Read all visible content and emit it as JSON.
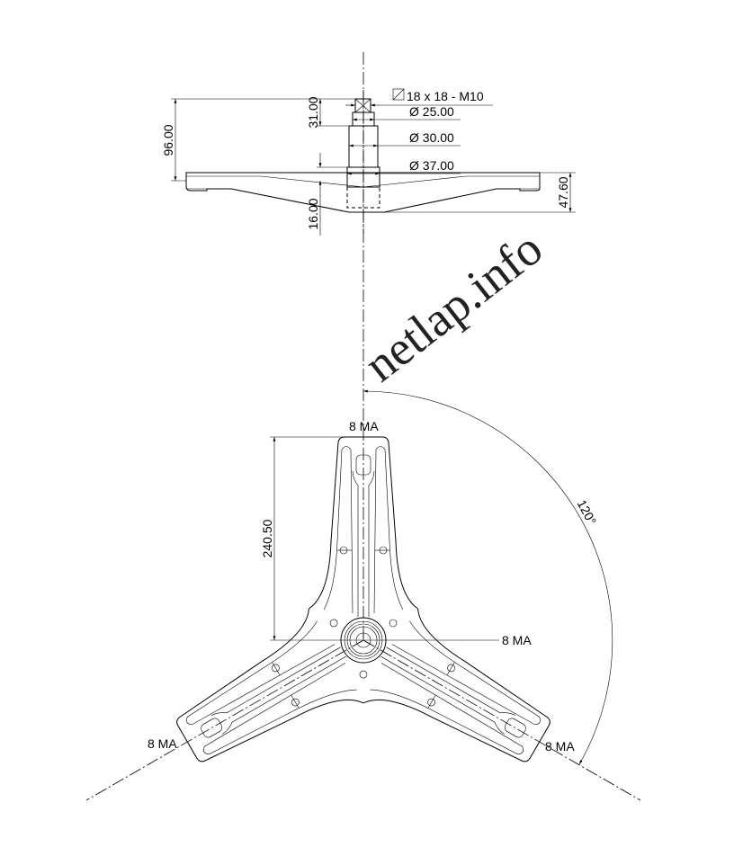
{
  "watermark": "netlap.info",
  "side_view": {
    "square_label": "18 x 18 - M10",
    "d25_label": "Ø 25.00",
    "d30_label": "Ø 30.00",
    "d37_label": "Ø 37.00",
    "height_total": "96.00",
    "height_shaft": "31.00",
    "height_hub": "16.00",
    "height_plate": "47.60"
  },
  "top_view": {
    "arm_length": "240.50",
    "angle": "120°",
    "label_top": "8 MA",
    "label_center": "8 MA",
    "label_left": "8 MA",
    "label_right": "8 MA"
  }
}
